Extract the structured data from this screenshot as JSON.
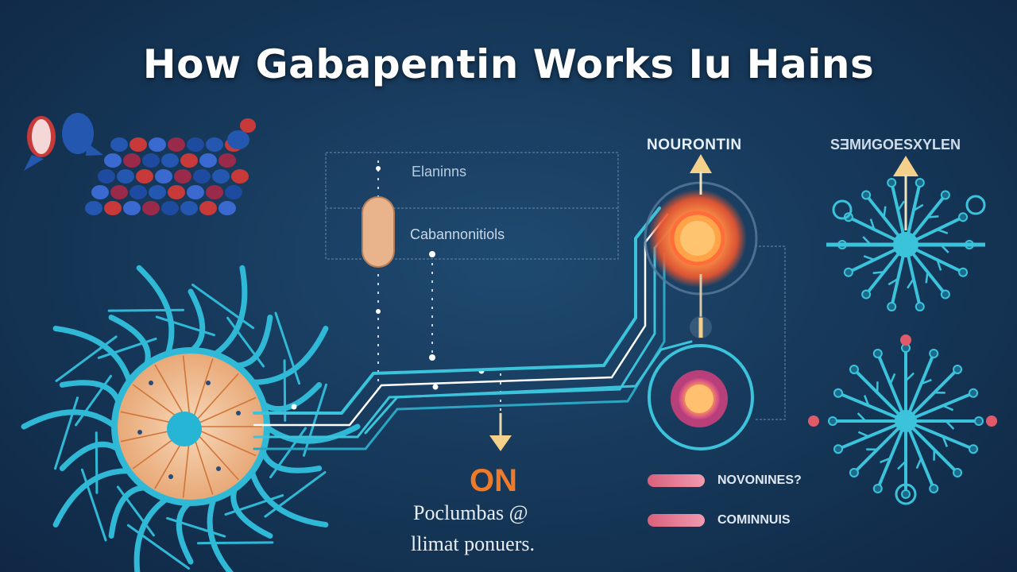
{
  "title": "How Gabapentin Works Iu  Hains",
  "labels": {
    "top_center": "NOURONTIN",
    "top_right": "SƎMИGOESXYLEN",
    "box_upper": "Elaninns",
    "box_lower": "Cabannonitiols",
    "on_text": "ON",
    "desc_line1": "Poclumbas @",
    "desc_line2": "llimat ponuers."
  },
  "legend": [
    {
      "text": "NOVONINES?",
      "color": "#e56f8a"
    },
    {
      "text": "COMINNUIS",
      "color": "#e56f8a"
    }
  ],
  "colors": {
    "background": "#173a5c",
    "neuron_cyan": "#3cc3dc",
    "soma_orange": "#f0c8a0",
    "glow_orange": "#ff7a3a",
    "accent_orange": "#f07a28",
    "arrow_yellow": "#f5d08a"
  }
}
